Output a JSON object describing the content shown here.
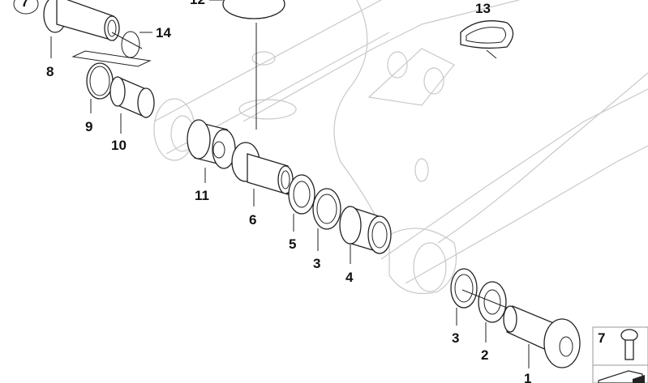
{
  "diagram": {
    "title": "Swing arm bearing parts diagram",
    "callouts": {
      "c7_top": "7",
      "c8": "8",
      "c14": "14",
      "c9": "9",
      "c10": "10",
      "c12": "12",
      "c13": "13",
      "c11": "11",
      "c6": "6",
      "c5": "5",
      "c3_left": "3",
      "c4": "4",
      "c3_right": "3",
      "c2": "2",
      "c1": "1",
      "c7_box": "7"
    }
  }
}
